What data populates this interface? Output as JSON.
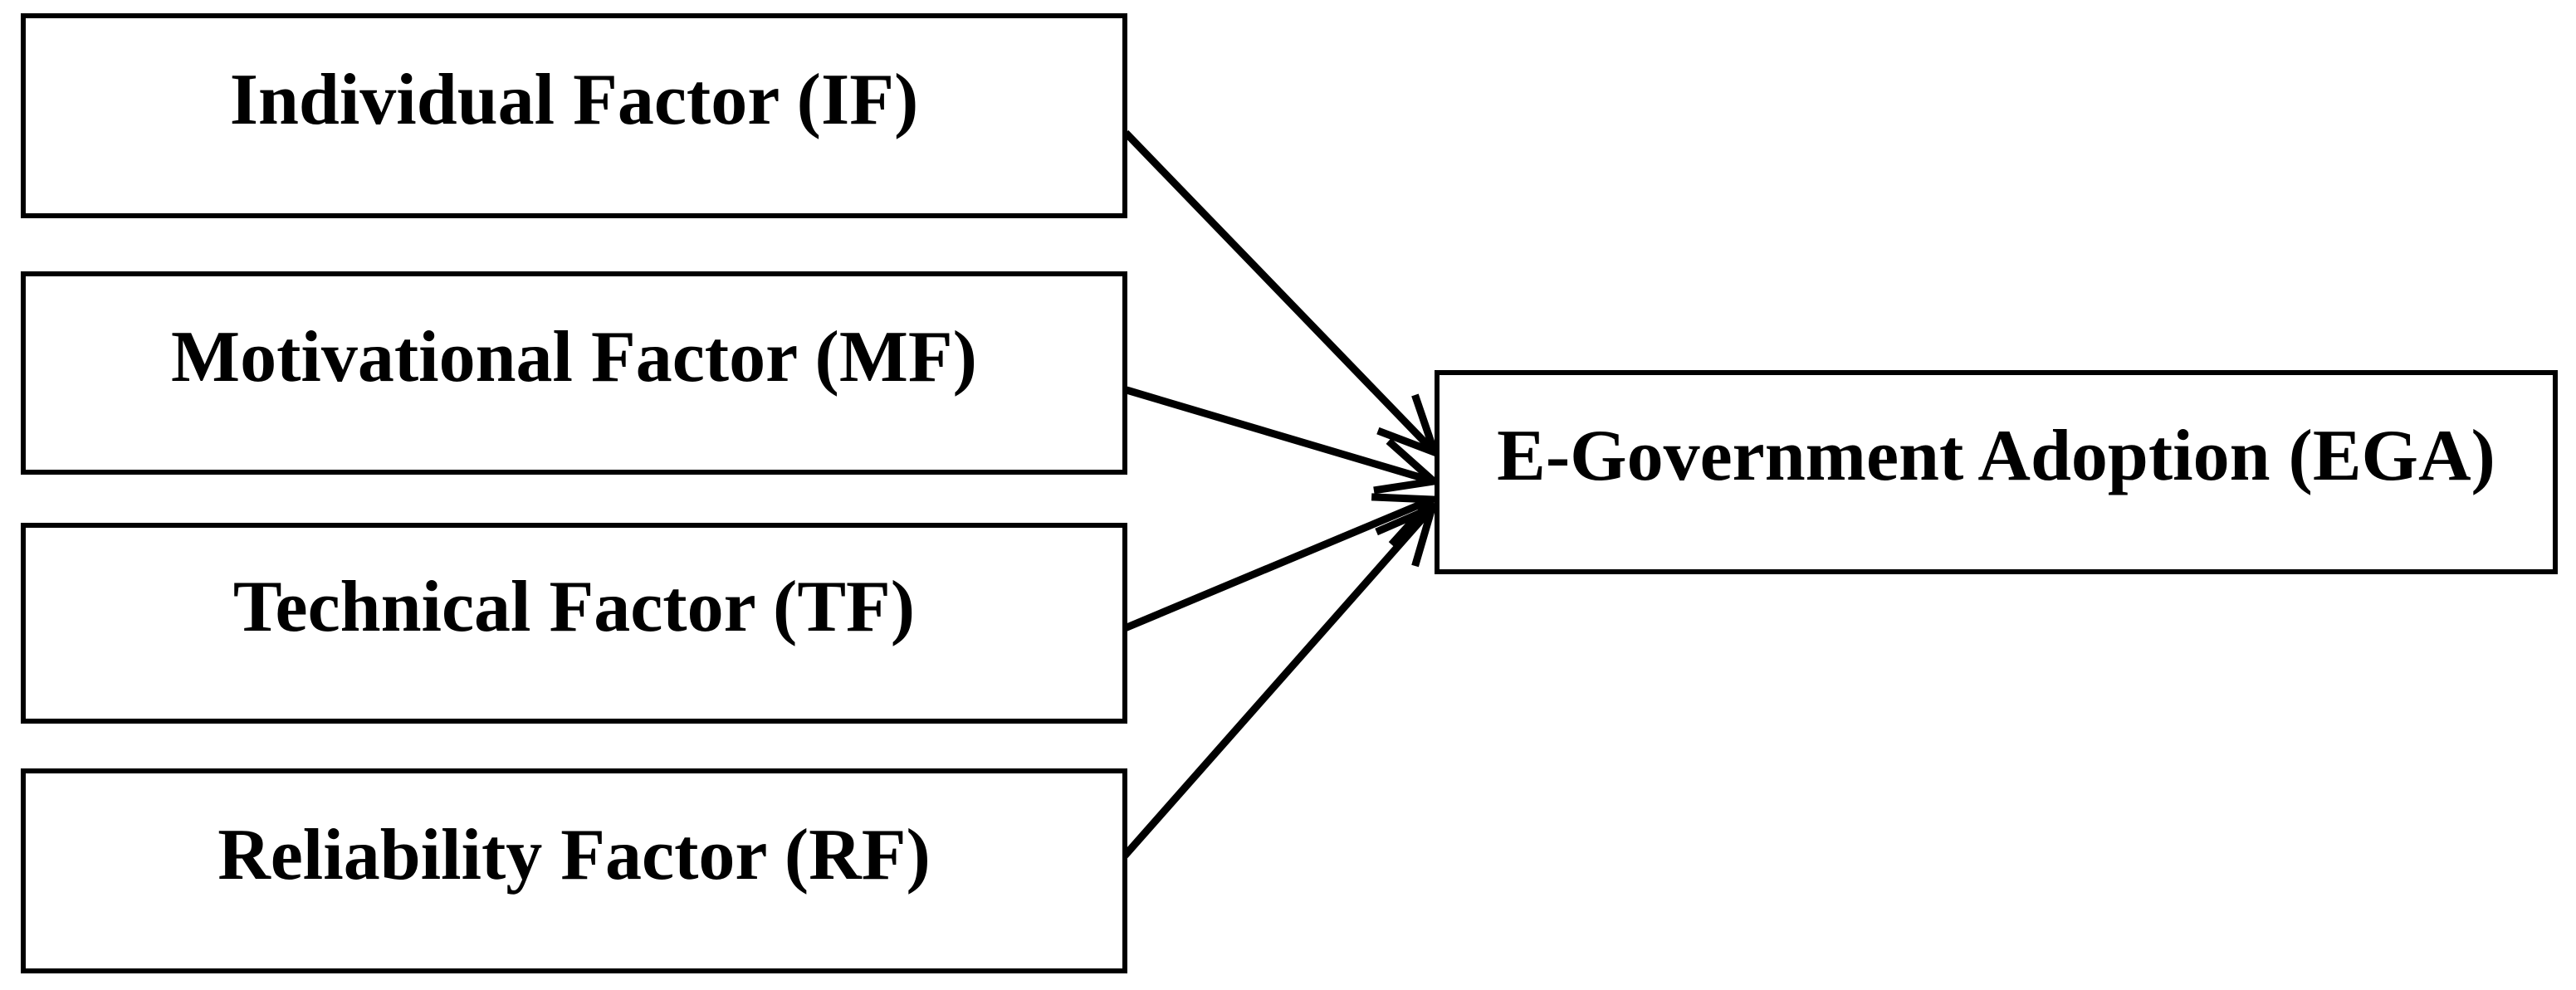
{
  "diagram": {
    "colors": {
      "background": "#ffffff",
      "stroke": "#000000",
      "text": "#000000"
    },
    "nodes": [
      {
        "id": "IF",
        "label": "Individual Factor (IF)"
      },
      {
        "id": "MF",
        "label": "Motivational Factor (MF)"
      },
      {
        "id": "TF",
        "label": "Technical Factor (TF)"
      },
      {
        "id": "RF",
        "label": "Reliability Factor (RF)"
      },
      {
        "id": "EGA",
        "label": "E-Government Adoption (EGA)"
      }
    ],
    "edges": [
      {
        "from": "IF",
        "to": "EGA",
        "style": "open-arrow"
      },
      {
        "from": "MF",
        "to": "EGA",
        "style": "open-arrow"
      },
      {
        "from": "TF",
        "to": "EGA",
        "style": "open-arrow"
      },
      {
        "from": "RF",
        "to": "EGA",
        "style": "open-arrow"
      }
    ]
  }
}
